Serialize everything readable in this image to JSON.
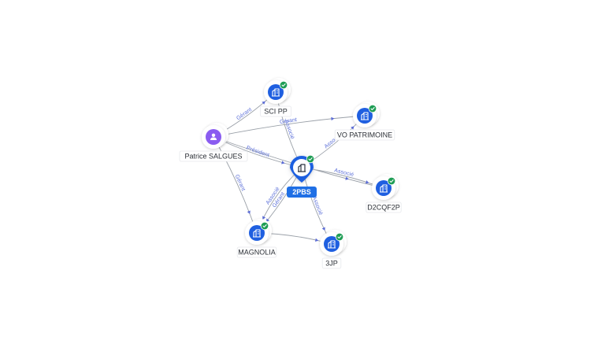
{
  "graph": {
    "colors": {
      "company": "#1f5fe0",
      "person": "#8a5cf0",
      "check": "#1f9d55",
      "edge": "#9aa0a8",
      "edge_label": "#5b6fd8",
      "main_badge": "#1f6fe5"
    },
    "nodes": [
      {
        "id": "2pbs",
        "label": "2PBS",
        "kind": "company",
        "main": true,
        "icon": "building-icon",
        "verified": true
      },
      {
        "id": "scipp",
        "label": "SCI PP",
        "kind": "company",
        "icon": "building-icon",
        "verified": true
      },
      {
        "id": "vopat",
        "label": "VO PATRIMOINE",
        "kind": "company",
        "icon": "building-icon",
        "verified": true
      },
      {
        "id": "patrice",
        "label": "Patrice SALGUES",
        "kind": "person",
        "icon": "person-icon",
        "verified": false
      },
      {
        "id": "d2cqf2p",
        "label": "D2CQF2P",
        "kind": "company",
        "icon": "building-icon",
        "verified": true
      },
      {
        "id": "magnolia",
        "label": "MAGNOLIA",
        "kind": "company",
        "icon": "building-icon",
        "verified": true
      },
      {
        "id": "3jp",
        "label": "3JP",
        "kind": "company",
        "icon": "building-icon",
        "verified": true
      }
    ],
    "edges": [
      {
        "from": "patrice",
        "to": "scipp",
        "label": "Gérant"
      },
      {
        "from": "patrice",
        "to": "vopat",
        "label": "Gérant"
      },
      {
        "from": "patrice",
        "to": "2pbs",
        "label": "Président"
      },
      {
        "from": "patrice",
        "to": "magnolia",
        "label": "Gérant"
      },
      {
        "from": "patrice",
        "to": "d2cqf2p",
        "label": ""
      },
      {
        "from": "2pbs",
        "to": "scipp",
        "label": "Associé"
      },
      {
        "from": "2pbs",
        "to": "vopat",
        "label": "Associé"
      },
      {
        "from": "2pbs",
        "to": "d2cqf2p",
        "label": "Associé"
      },
      {
        "from": "2pbs",
        "to": "3jp",
        "label": "Associé"
      },
      {
        "from": "2pbs",
        "to": "magnolia",
        "label": "Gérant"
      },
      {
        "from": "2pbs",
        "to": "magnolia",
        "label": "Associé"
      },
      {
        "from": "magnolia",
        "to": "3jp",
        "label": ""
      }
    ]
  }
}
